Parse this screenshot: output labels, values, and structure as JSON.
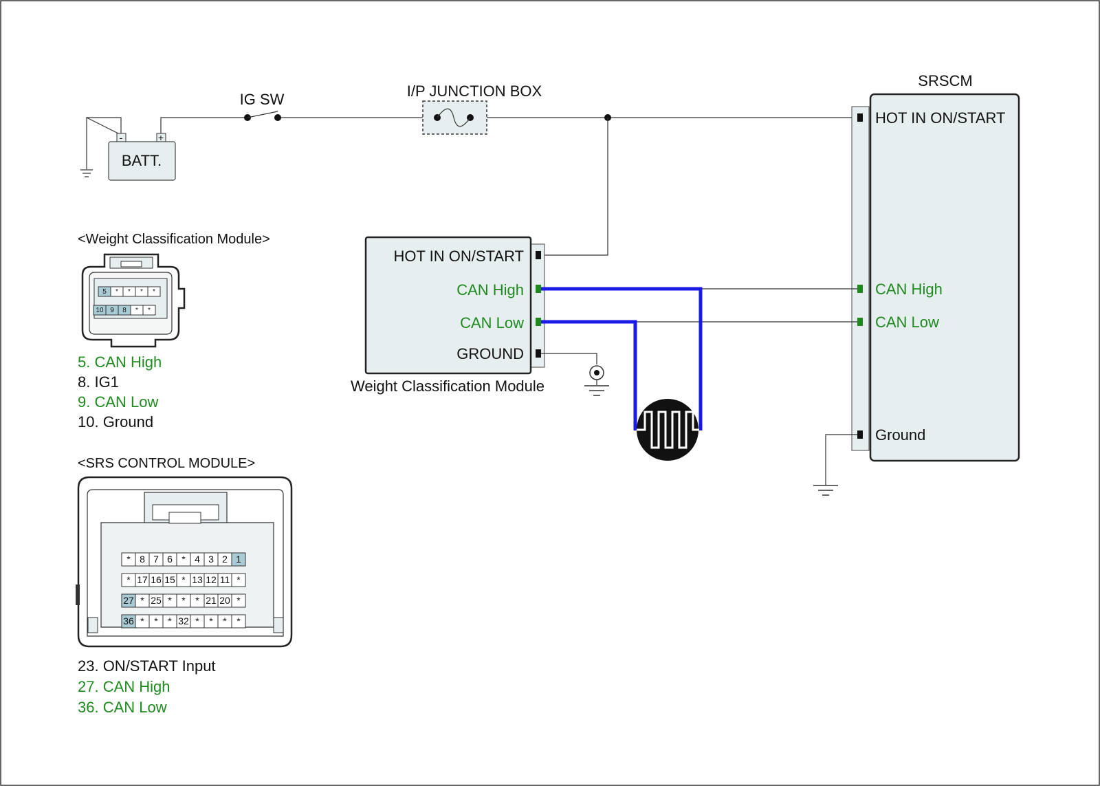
{
  "top": {
    "ig_sw": "IG SW",
    "junction_box": "I/P JUNCTION BOX",
    "battery": "BATT.",
    "batt_minus": "-",
    "batt_plus": "+",
    "srscm_title": "SRSCM"
  },
  "srscm": {
    "hot_in": "HOT IN ON/START",
    "can_high": "CAN High",
    "can_low": "CAN Low",
    "ground": "Ground"
  },
  "wcm_block": {
    "hot_in": "HOT IN ON/START",
    "can_high": "CAN High",
    "can_low": "CAN Low",
    "ground": "GROUND",
    "caption": "Weight Classification Module"
  },
  "wcm_connector": {
    "title": "<Weight Classification Module>",
    "row1": [
      "5",
      "*",
      "*",
      "*",
      "*"
    ],
    "row2": [
      "10",
      "9",
      "8",
      "*",
      "*"
    ],
    "legend": [
      {
        "text": "5. CAN High",
        "color": "#1e8a1e"
      },
      {
        "text": "8. IG1",
        "color": "#111111"
      },
      {
        "text": "9. CAN Low",
        "color": "#1e8a1e"
      },
      {
        "text": "10. Ground",
        "color": "#111111"
      }
    ]
  },
  "srs_connector": {
    "title": "<SRS CONTROL MODULE>",
    "row1": [
      "*",
      "8",
      "7",
      "6",
      "*",
      "4",
      "3",
      "2",
      "1"
    ],
    "row2": [
      "*",
      "17",
      "16",
      "15",
      "*",
      "13",
      "12",
      "11",
      "*"
    ],
    "row3": [
      "27",
      "*",
      "25",
      "*",
      "*",
      "*",
      "21",
      "20",
      "*"
    ],
    "row4": [
      "36",
      "*",
      "*",
      "*",
      "32",
      "*",
      "*",
      "*",
      "*"
    ],
    "legend": [
      {
        "text": "23. ON/START Input",
        "color": "#111111"
      },
      {
        "text": "27. CAN High",
        "color": "#1e8a1e"
      },
      {
        "text": "36. CAN Low",
        "color": "#1e8a1e"
      }
    ]
  },
  "colors": {
    "can_wire": "#1a1ae6",
    "signal_text": "#1e8a1e",
    "module_fill": "#e6eef0",
    "pin_highlight": "#a9cbd6"
  }
}
